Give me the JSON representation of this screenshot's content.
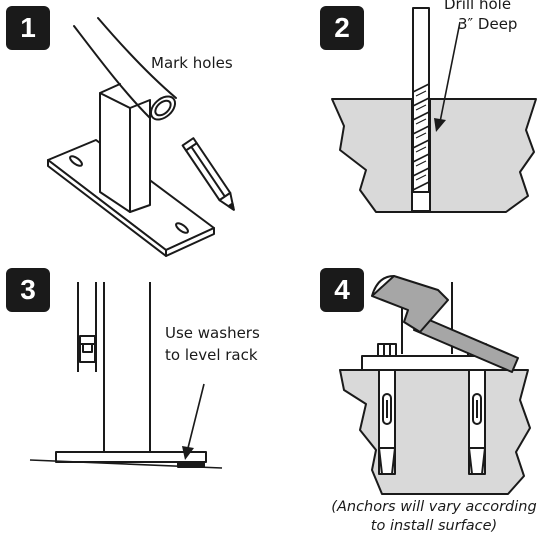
{
  "steps": [
    {
      "number": "1",
      "label": "Mark holes"
    },
    {
      "number": "2",
      "label_lines": [
        "Drill hole",
        "3″ Deep"
      ]
    },
    {
      "number": "3",
      "label_lines": [
        "Use washers",
        "to level rack"
      ]
    },
    {
      "number": "4",
      "caption_lines": [
        "(Anchors will vary according",
        "to install surface)"
      ]
    }
  ],
  "colors": {
    "ink": "#1a1a1a",
    "ground_fill": "#d9d9d9",
    "hammer_fill": "#a6a6a6",
    "badge_fill": "#1a1a1a",
    "badge_text": "#ffffff"
  },
  "icons": [
    "pencil-icon",
    "drill-bit-icon",
    "hammer-icon",
    "washer-icon",
    "anchor-bolt-icon",
    "hex-bolt-icon"
  ]
}
